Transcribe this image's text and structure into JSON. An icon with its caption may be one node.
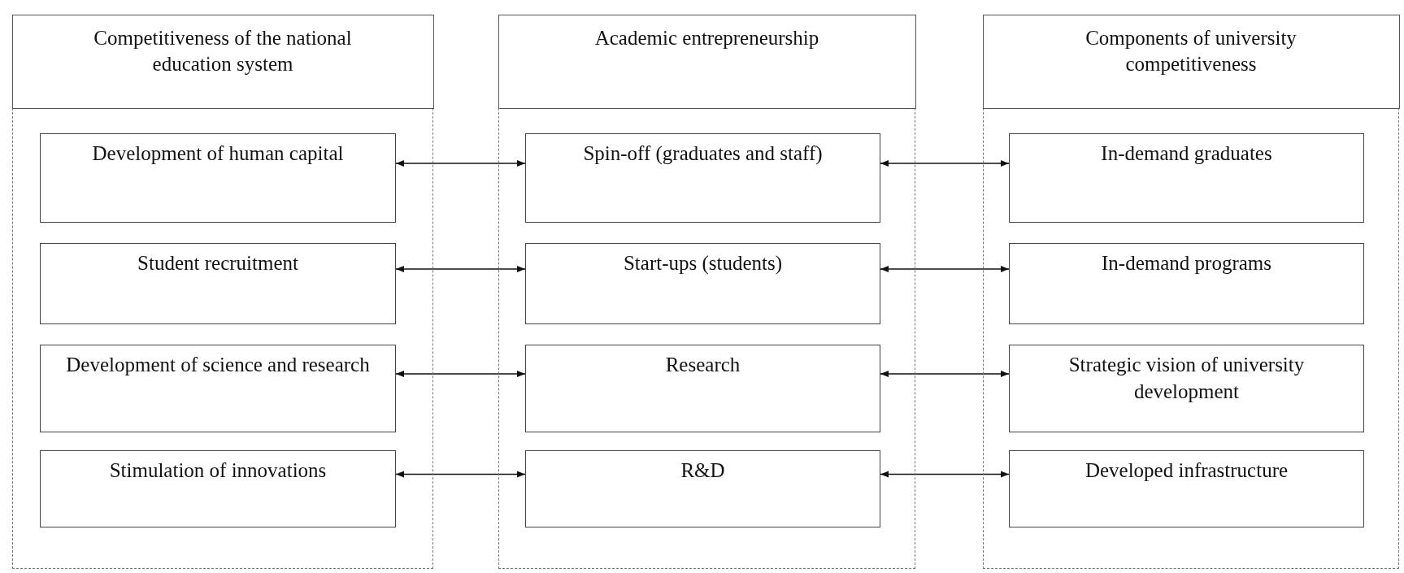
{
  "diagram": {
    "nodes": [
      {
        "text": [
          "Competitiveness of the national education system"
        ]
      },
      {
        "text": [
          "Development of human capital"
        ],
        "in": 0
      },
      {
        "text": [
          "Student recruitment"
        ],
        "in": 0
      },
      {
        "text": [
          "Development of science and research"
        ],
        "in": 0
      },
      {
        "text": [
          "Stimulation of innovations"
        ],
        "in": 0
      },
      {
        "text": [
          "Academic entrepreneurship"
        ]
      },
      {
        "text": [
          "Spin-off (graduates and staff)"
        ],
        "in": 5
      },
      {
        "text": [
          "Start-ups (students)"
        ],
        "in": 5
      },
      {
        "text": [
          "Research"
        ],
        "in": 5
      },
      {
        "text": [
          "R&D"
        ],
        "in": 5
      },
      {
        "text": [
          "Components of university competitiveness"
        ]
      },
      {
        "text": [
          "In-demand graduates"
        ],
        "in": 10
      },
      {
        "text": [
          "In-demand programs"
        ],
        "in": 10
      },
      {
        "text": [
          "Strategic vision of university development"
        ],
        "in": 10
      },
      {
        "text": [
          "Developed infrastructure"
        ],
        "in": 10
      }
    ],
    "edges": [
      {
        "from": 1,
        "to": 6,
        "arrow": "both"
      },
      {
        "from": 2,
        "to": 7,
        "arrow": "both"
      },
      {
        "from": 3,
        "to": 8,
        "arrow": "both"
      },
      {
        "from": 4,
        "to": 9,
        "arrow": "both"
      },
      {
        "from": 6,
        "to": 11,
        "arrow": "both"
      },
      {
        "from": 7,
        "to": 12,
        "arrow": "both"
      },
      {
        "from": 8,
        "to": 13,
        "arrow": "both"
      },
      {
        "from": 9,
        "to": 14,
        "arrow": "both"
      }
    ]
  }
}
